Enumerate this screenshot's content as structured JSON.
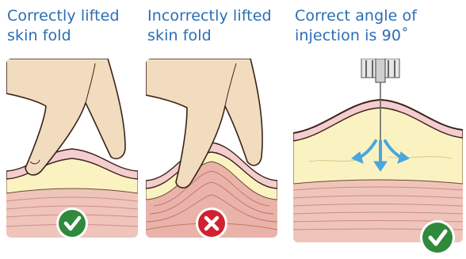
{
  "panels": [
    {
      "caption_line1": "Correctly lifted",
      "caption_line2": "skin fold",
      "status": "correct",
      "status_icon": "check-icon"
    },
    {
      "caption_line1": "Incorrectly lifted",
      "caption_line2": "skin fold",
      "status": "incorrect",
      "status_icon": "cross-icon"
    },
    {
      "caption_line1": "Correct angle of",
      "caption_line2": "injection is 90˚",
      "status": "correct",
      "status_icon": "check-icon"
    }
  ],
  "colors": {
    "caption": "#2a6db5",
    "correct_badge": "#2f8a3b",
    "incorrect_badge": "#d2202f",
    "skin": "#f4cdd0",
    "fat": "#fbf2c2",
    "muscle": "#efc5bb",
    "hand": "#f2dcc0",
    "arrow": "#4aa6dc"
  }
}
